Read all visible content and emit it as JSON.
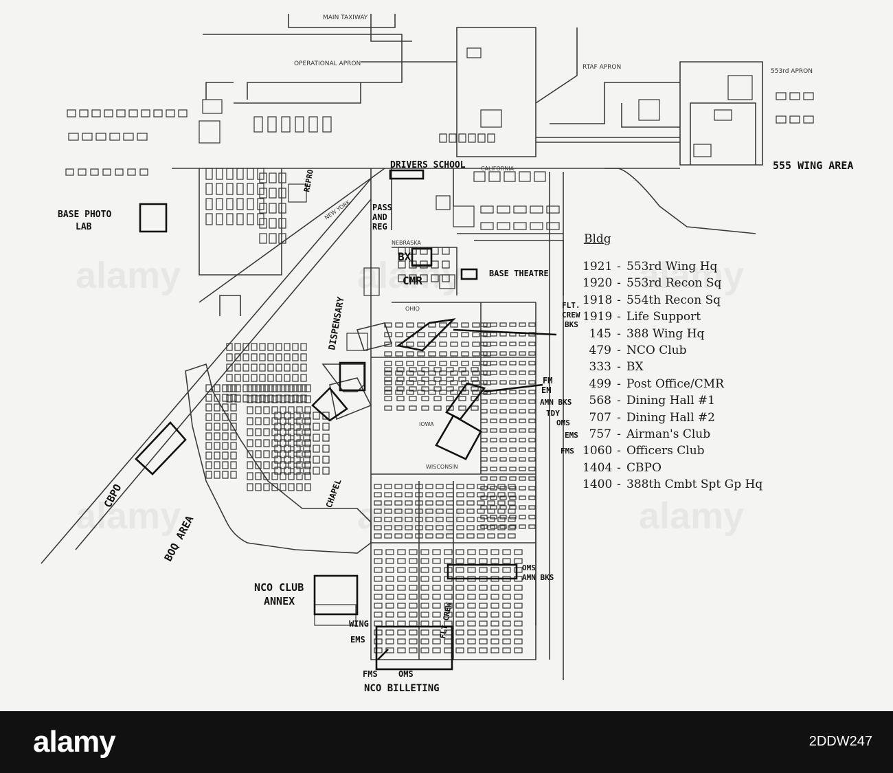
{
  "map": {
    "top_labels": [
      {
        "key": "main_taxiway",
        "text": "MAIN TAXIWAY"
      },
      {
        "key": "operational_apron",
        "text": "OPERATIONAL APRON"
      },
      {
        "key": "rtaf_apron",
        "text": "RTAF APRON"
      },
      {
        "key": "apron_553",
        "text": "553rd APRON"
      }
    ],
    "area_labels": [
      {
        "key": "wing_area",
        "text": "555 WING AREA"
      },
      {
        "key": "photo_lab_1",
        "text": "BASE PHOTO"
      },
      {
        "key": "photo_lab_2",
        "text": "LAB"
      },
      {
        "key": "drivers_school",
        "text": "DRIVERS SCHOOL"
      },
      {
        "key": "pass",
        "text": "PASS"
      },
      {
        "key": "and",
        "text": "AND"
      },
      {
        "key": "reg",
        "text": "REG"
      },
      {
        "key": "bx",
        "text": "BX"
      },
      {
        "key": "cmr",
        "text": "CMR"
      },
      {
        "key": "base_theatre",
        "text": "BASE THEATRE"
      },
      {
        "key": "dispensary",
        "text": "DISPENSARY"
      },
      {
        "key": "flt",
        "text": "FLT."
      },
      {
        "key": "crew",
        "text": "CREW"
      },
      {
        "key": "bks",
        "text": "BKS"
      },
      {
        "key": "fm",
        "text": "FM"
      },
      {
        "key": "em",
        "text": "EM"
      },
      {
        "key": "amn_bks",
        "text": "AMN BKS"
      },
      {
        "key": "tdy",
        "text": "TDY"
      },
      {
        "key": "oms_side",
        "text": "OMS"
      },
      {
        "key": "ems_side",
        "text": "EMS"
      },
      {
        "key": "fms_side",
        "text": "FMS"
      },
      {
        "key": "cbpo",
        "text": "CBPO"
      },
      {
        "key": "boq_area",
        "text": "BOQ AREA"
      },
      {
        "key": "chapel",
        "text": "CHAPEL"
      },
      {
        "key": "nco_annex_1",
        "text": "NCO CLUB"
      },
      {
        "key": "nco_annex_2",
        "text": "ANNEX"
      },
      {
        "key": "oms_amn",
        "text": "OMS"
      },
      {
        "key": "amn_bks_2",
        "text": "AMN BKS"
      },
      {
        "key": "wing",
        "text": "WING"
      },
      {
        "key": "ems_bottom",
        "text": "EMS"
      },
      {
        "key": "flt_crew",
        "text": "FLT CREW"
      },
      {
        "key": "fms_bottom",
        "text": "FMS"
      },
      {
        "key": "oms_bottom",
        "text": "OMS"
      },
      {
        "key": "nco_billeting",
        "text": "NCO BILLETING"
      },
      {
        "key": "repro",
        "text": "REPRO"
      }
    ],
    "street_labels": [
      {
        "key": "california",
        "text": "CALIFORNIA"
      },
      {
        "key": "nebraska",
        "text": "NEBRASKA"
      },
      {
        "key": "ohio",
        "text": "OHIO"
      },
      {
        "key": "iowa",
        "text": "IOWA"
      },
      {
        "key": "wisconsin",
        "text": "WISCONSIN"
      },
      {
        "key": "new_york",
        "text": "NEW YORK"
      }
    ]
  },
  "legend": {
    "title": "Bldg",
    "entries": [
      {
        "num": "1921",
        "name": "553rd Wing Hq"
      },
      {
        "num": "1920",
        "name": "553rd Recon Sq"
      },
      {
        "num": "1918",
        "name": "554th Recon Sq"
      },
      {
        "num": "1919",
        "name": "Life Support"
      },
      {
        "num": "145",
        "name": "388 Wing Hq"
      },
      {
        "num": "479",
        "name": "NCO Club"
      },
      {
        "num": "333",
        "name": "BX"
      },
      {
        "num": "499",
        "name": "Post Office/CMR"
      },
      {
        "num": "568",
        "name": "Dining Hall #1"
      },
      {
        "num": "707",
        "name": "Dining Hall #2"
      },
      {
        "num": "757",
        "name": "Airman's Club"
      },
      {
        "num": "1060",
        "name": "Officers  Club"
      },
      {
        "num": "1404",
        "name": "CBPO"
      },
      {
        "num": "1400",
        "name": "388th Cmbt Spt Gp Hq"
      }
    ]
  },
  "watermark": {
    "brand": "alamy",
    "image_id": "2DDW247"
  }
}
